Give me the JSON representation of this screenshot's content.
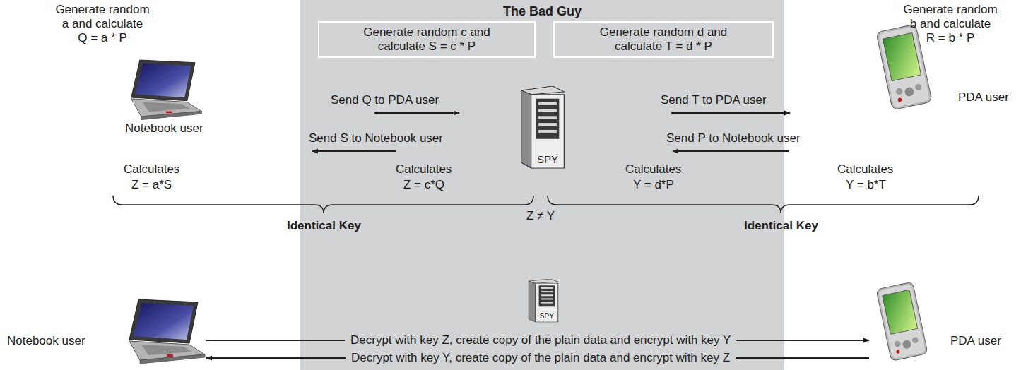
{
  "diagram": {
    "nodes": [
      {
        "text": [
          "The Bad Guy"
        ]
      },
      {
        "text": [
          "Generate random c and calculate S = c * P"
        ],
        "in": 0
      },
      {
        "text": [
          "Generate random d and calculate T = d * P"
        ],
        "in": 0
      },
      {
        "text": [
          "SPY"
        ],
        "in": 0
      },
      {
        "text": [
          "SPY"
        ],
        "in": 0
      }
    ],
    "labels": [
      "Generate random a and calculate Q = a * P",
      "Notebook user",
      "Send Q to PDA user",
      "Send S to Notebook user",
      "Calculates",
      "Z = a*S",
      "Calculates",
      "Z = c*Q",
      "Send T to PDA user",
      "Send P to Notebook user",
      "Calculates",
      "Y = d*P",
      "Calculates",
      "Y = b*T",
      "Identical Key",
      "Z ≠ Y",
      "Identical Key",
      "Generate random b and calculate R = b * P",
      "PDA user",
      "Notebook user",
      "Decrypt with key Z, create copy of the plain data and encrypt with key Y",
      "Decrypt with key Y, create copy of the plain data and encrypt with key Z",
      "PDA user"
    ]
  }
}
